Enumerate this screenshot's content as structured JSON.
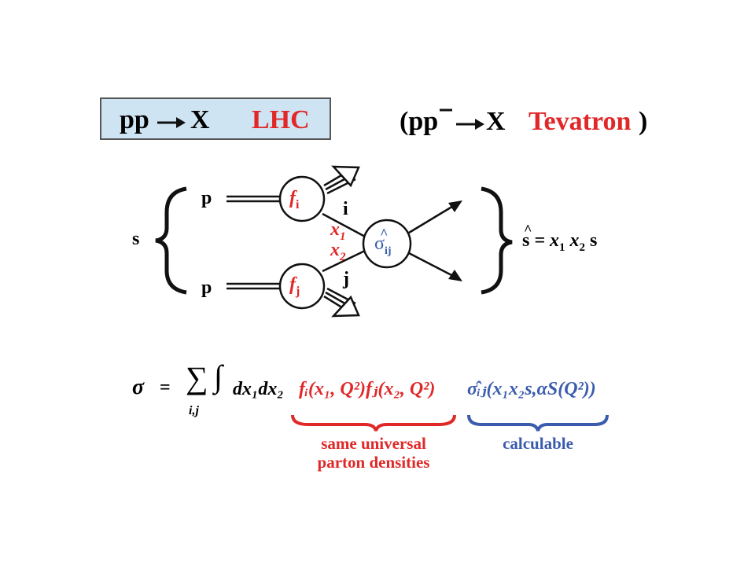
{
  "header": {
    "lhc_process": "pp",
    "lhc_result": "X",
    "lhc_label": "LHC",
    "tev_open": "(pp",
    "tev_result": "X",
    "tev_label": "Tevatron",
    "tev_close": ")"
  },
  "diagram": {
    "s_label": "s",
    "proton_top": "p",
    "proton_bottom": "p",
    "pdf_i": "f",
    "pdf_i_sub": "i",
    "pdf_j": "f",
    "pdf_j_sub": "j",
    "parton_i": "i",
    "parton_j": "j",
    "x1": "x",
    "x1_sub": "1",
    "x2": "x",
    "x2_sub": "2",
    "sigma_hat": "σ",
    "sigma_hat_hat": "^",
    "sigma_hat_sub": "ij",
    "shat_lhs": "s",
    "shat_rhs": "= x",
    "shat_sub1": "1",
    "shat_mid": " x",
    "shat_sub2": "2",
    "shat_end": " s"
  },
  "formula": {
    "sigma": "σ",
    "equals": "=",
    "sum": "∑",
    "sum_sub": "i,j",
    "integral": "∫",
    "measure": "dx₁dx₂",
    "pdfs": "fᵢ(x₁, Q²)fⱼ(x₂, Q²)",
    "partonic": "σ̂ᵢⱼ(x₁x₂s,αS(Q²))"
  },
  "captions": {
    "pdf_caption_line1": "same universal",
    "pdf_caption_line2": "parton densities",
    "partonic_caption": "calculable"
  },
  "colors": {
    "red": "#e02828",
    "blue": "#3b5cad",
    "box_fill": "#cfe4f3"
  }
}
